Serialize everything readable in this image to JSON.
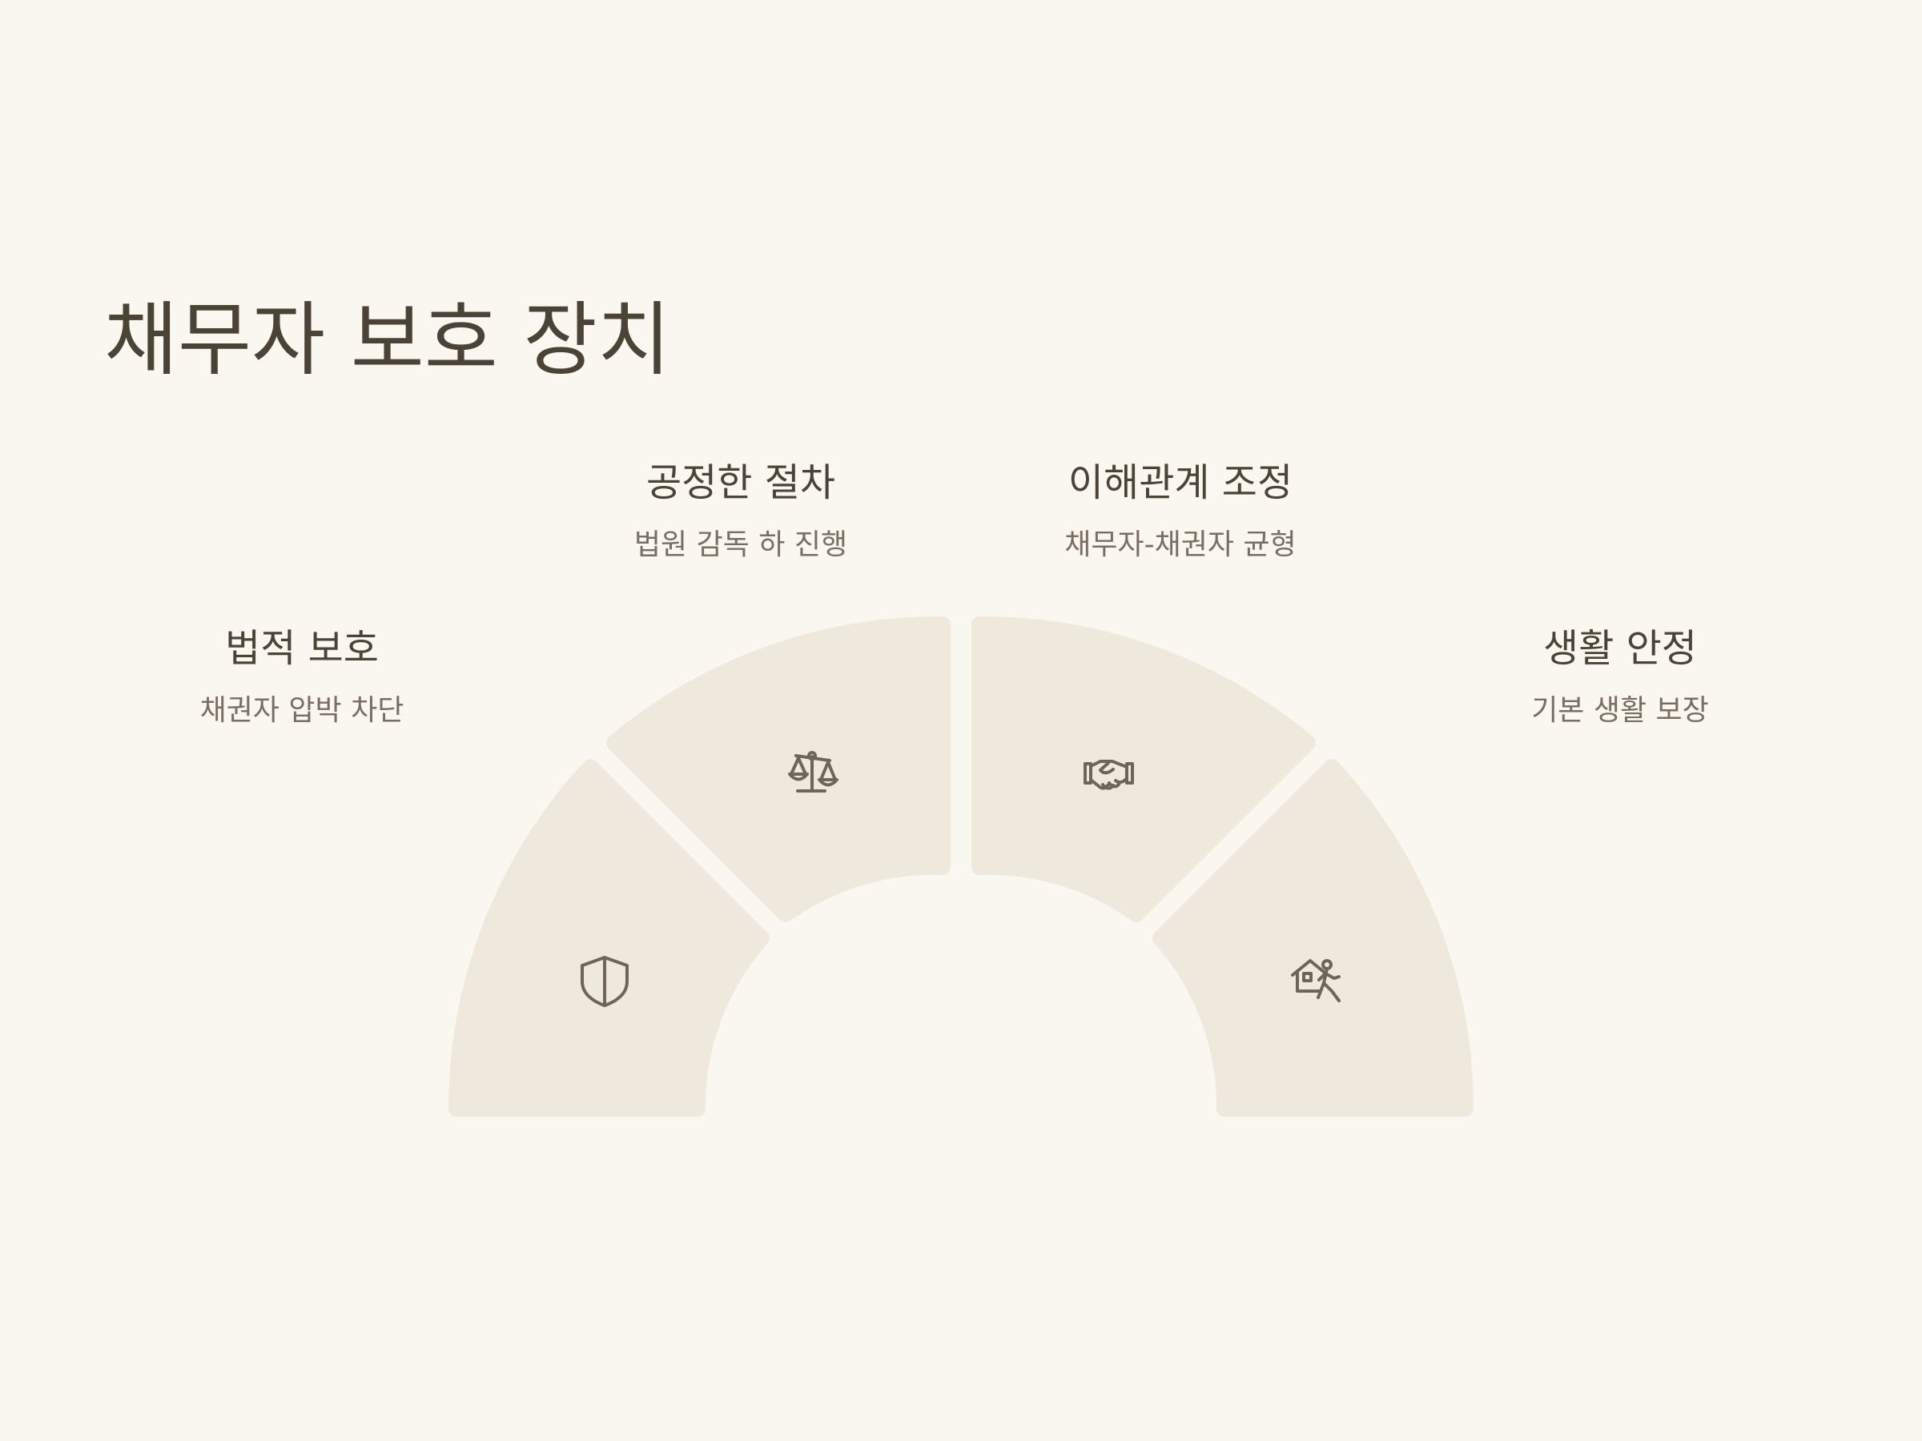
{
  "title": "채무자 보호 장치",
  "segments": [
    {
      "title": "법적 보호",
      "description": "채권자 압박 차단",
      "icon": "shield-icon"
    },
    {
      "title": "공정한 절차",
      "description": "법원 감독 하 진행",
      "icon": "scales-icon"
    },
    {
      "title": "이해관계 조정",
      "description": "채무자-채권자 균형",
      "icon": "handshake-icon"
    },
    {
      "title": "생활 안정",
      "description": "기본 생활 보장",
      "icon": "house-person-icon"
    }
  ],
  "colors": {
    "background": "#f9f7f0",
    "segment_fill": "#efe9dd",
    "icon_stroke": "#6e6459",
    "title_text": "#4a4336",
    "description_text": "#7a6e62"
  }
}
